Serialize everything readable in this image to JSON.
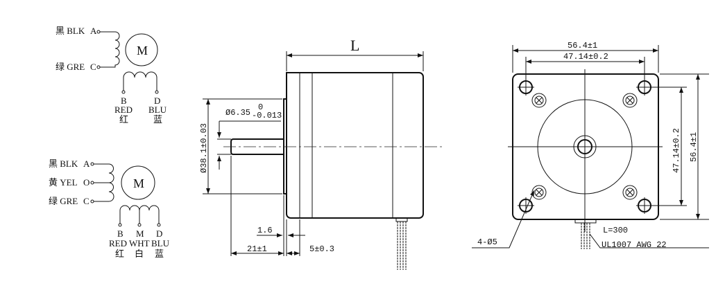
{
  "wiring_4lead": {
    "wire_a": "黑 BLK",
    "pin_a": "A",
    "wire_c": "绿 GRE",
    "pin_c": "C",
    "motor": "M",
    "pin_b": "B",
    "pin_d": "D",
    "color_b_en": "RED",
    "color_d_en": "BLU",
    "color_b_cn": "红",
    "color_d_cn": "蓝"
  },
  "wiring_6lead": {
    "wire_a": "黑 BLK",
    "pin_a": "A",
    "wire_o": "黄 YEL",
    "pin_o": "O",
    "wire_c": "绿 GRE",
    "pin_c": "C",
    "motor": "M",
    "pin_b": "B",
    "pin_m": "M",
    "pin_d": "D",
    "color_b_en": "RED",
    "color_m_en": "WHT",
    "color_d_en": "BLU",
    "color_b_cn": "红",
    "color_m_cn": "白",
    "color_d_cn": "蓝"
  },
  "side_view": {
    "length_label": "L",
    "shaft_dia": "Ø6.35",
    "shaft_tol_upper": "0",
    "shaft_tol_lower": "-0.013",
    "pilot_dia": "Ø38.1±0.03",
    "pilot_thickness": "1.6",
    "shaft_length": "21±1",
    "flange_thickness": "5±0.3"
  },
  "front_view": {
    "outer_width": "56.4±1",
    "hole_spacing_h": "47.14±0.2",
    "hole_spacing_v": "47.14±0.2",
    "outer_height": "56.4±1",
    "holes": "4-Ø5",
    "lead_length": "L=300",
    "wire_spec": "UL1007 AWG 22"
  }
}
